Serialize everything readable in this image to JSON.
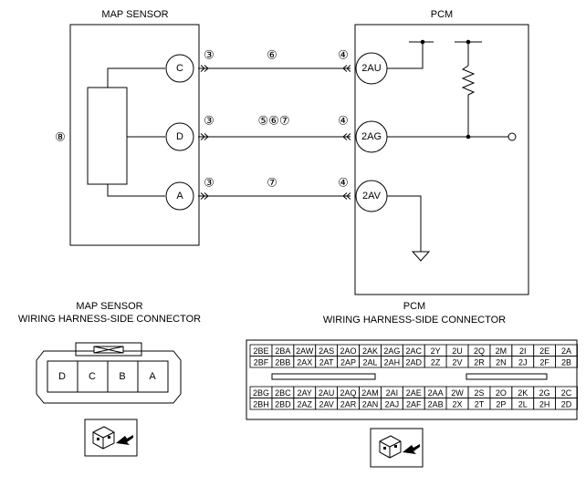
{
  "map_sensor_label": "MAP SENSOR",
  "pcm_label": "PCM",
  "sensor_pins": [
    "C",
    "D",
    "A"
  ],
  "pcm_pins": [
    "2AU",
    "2AG",
    "2AV"
  ],
  "connector_num_left": "③",
  "connector_num_right": "④",
  "wire_notes": [
    "⑥",
    "⑤⑥⑦",
    "⑦"
  ],
  "sensor_note": "⑧",
  "map_connector_title": [
    "MAP SENSOR",
    "WIRING HARNESS-SIDE CONNECTOR"
  ],
  "map_connector_cells": [
    "D",
    "C",
    "B",
    "A"
  ],
  "pcm_connector_title": [
    "PCM",
    "WIRING HARNESS-SIDE CONNECTOR"
  ],
  "pcm_connector_upper": [
    [
      "2BE",
      "2BA",
      "2AW",
      "2AS",
      "2AO",
      "2AK",
      "2AG",
      "2AC",
      "2Y",
      "2U",
      "2Q",
      "2M",
      "2I",
      "2E",
      "2A"
    ],
    [
      "2BF",
      "2BB",
      "2AX",
      "2AT",
      "2AP",
      "2AL",
      "2AH",
      "2AD",
      "2Z",
      "2V",
      "2R",
      "2N",
      "2J",
      "2F",
      "2B"
    ]
  ],
  "pcm_connector_lower": [
    [
      "2BG",
      "2BC",
      "2AY",
      "2AU",
      "2AQ",
      "2AM",
      "2AI",
      "2AE",
      "2AA",
      "2W",
      "2S",
      "2O",
      "2K",
      "2G",
      "2C"
    ],
    [
      "2BH",
      "2BD",
      "2AZ",
      "2AV",
      "2AR",
      "2AN",
      "2AJ",
      "2AF",
      "2AB",
      "2X",
      "2T",
      "2P",
      "2L",
      "2H",
      "2D"
    ]
  ]
}
